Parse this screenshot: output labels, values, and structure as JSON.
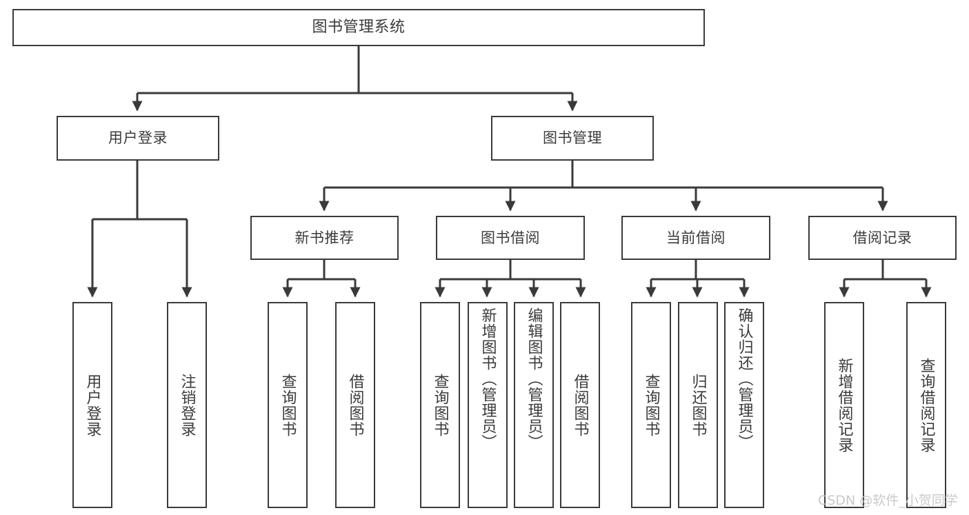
{
  "diagram": {
    "title": "图书管理系统",
    "type": "tree-hierarchy-chart",
    "root": {
      "id": "root",
      "label": "图书管理系统"
    },
    "level2": [
      {
        "id": "user-login",
        "label": "用户登录"
      },
      {
        "id": "book-manage",
        "label": "图书管理"
      }
    ],
    "level3": [
      {
        "id": "new-book-rec",
        "label": "新书推荐"
      },
      {
        "id": "book-borrow",
        "label": "图书借阅"
      },
      {
        "id": "current-borrow",
        "label": "当前借阅"
      },
      {
        "id": "borrow-record",
        "label": "借阅记录"
      }
    ],
    "leaves": {
      "user_login": [
        {
          "id": "leaf-user-login",
          "label": "用户登录"
        },
        {
          "id": "leaf-logout-login",
          "label": "注销登录"
        }
      ],
      "new_book_rec": [
        {
          "id": "leaf-query-book-1",
          "label": "查询图书"
        },
        {
          "id": "leaf-borrow-book-1",
          "label": "借阅图书"
        }
      ],
      "book_borrow": [
        {
          "id": "leaf-query-book-2",
          "label": "查询图书"
        },
        {
          "id": "leaf-add-book",
          "label": "新增图书（管理员）"
        },
        {
          "id": "leaf-edit-book",
          "label": "编辑图书（管理员）"
        },
        {
          "id": "leaf-borrow-book-2",
          "label": "借阅图书"
        }
      ],
      "current_borrow": [
        {
          "id": "leaf-query-book-3",
          "label": "查询图书"
        },
        {
          "id": "leaf-return-book",
          "label": "归还图书"
        },
        {
          "id": "leaf-confirm-return",
          "label": "确认归还（管理员）"
        }
      ],
      "borrow_record": [
        {
          "id": "leaf-add-record",
          "label": "新增借阅记录"
        },
        {
          "id": "leaf-query-record",
          "label": "查询借阅记录"
        }
      ]
    }
  },
  "watermark": {
    "text": "CSDN @软件_小贺同学"
  },
  "colors": {
    "stroke": "#3a3a3a",
    "background": "#ffffff",
    "text": "#3b3b3b",
    "watermark": "#c9c9c9"
  }
}
